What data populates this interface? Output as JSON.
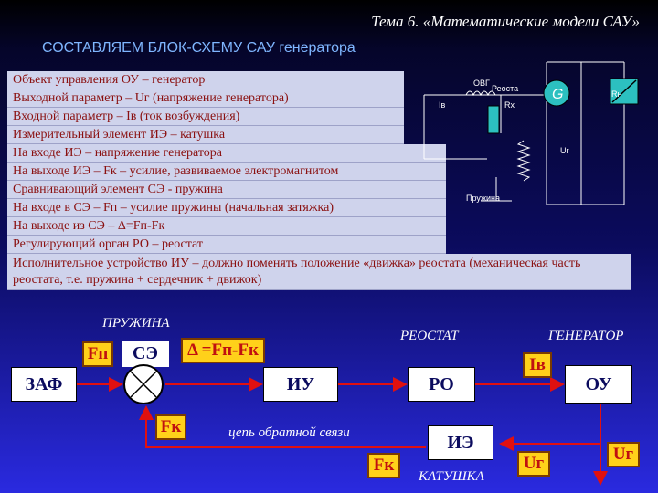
{
  "header": {
    "title": "Тема 6. «Математические модели САУ»",
    "subtitle": "СОСТАВЛЯЕМ БЛОК-СХЕМУ САУ генератора"
  },
  "lines": [
    "Объект управления ОУ –   генератор",
    "Выходной параметр –    Uг (напряжение генератора)",
    "Входной параметр –    Iв (ток возбуждения)",
    "Измерительный элемент ИЭ – катушка",
    "На входе ИЭ –   напряжение генератора",
    "На выходе ИЭ – Fк – усилие, развиваемое электромагнитом",
    "Сравнивающий элемент СЭ - пружина",
    "На входе в СЭ –  Fп – усилие пружины (начальная затяжка)",
    "На выходе из СЭ –     Δ=Fп-Fк",
    "Регулирующий орган РО –   реостат",
    "Исполнительное устройство ИУ – должно поменять положение «движка» реостата (механическая часть реостата, т.е. пружина + сердечник + движок)"
  ],
  "circuit": {
    "ovg": "ОВГ",
    "iv": "Iв",
    "reostat": "Реоста",
    "rx": "Rх",
    "g": "G",
    "rn": "Rн",
    "ug": "Uг",
    "spring": "Пружина"
  },
  "diagram": {
    "cap_spring": "ПРУЖИНА",
    "cap_reostat": "РЕОСТАТ",
    "cap_generator": "ГЕНЕРАТОР",
    "cap_feedback": "цепь обратной связи",
    "cap_coil": "КАТУШКА",
    "zaf": "ЗАФ",
    "se": "СЭ",
    "iu": "ИУ",
    "ro": "РО",
    "ou": "ОУ",
    "ie": "ИЭ",
    "fp": "Fп",
    "delta": "Δ =Fп-Fк",
    "fk_left": "Fк",
    "fk_right": "Fк",
    "iv_tag": "Iв",
    "ug_tag_left": "Uг",
    "ug_tag_right": "Uг"
  },
  "colors": {
    "row_bg": "#cfd3ec",
    "row_text": "#8a1010",
    "tag_bg": "#ffd11a",
    "tag_text": "#c01010",
    "line_red": "#e01010",
    "subtitle": "#7fb6ff"
  }
}
